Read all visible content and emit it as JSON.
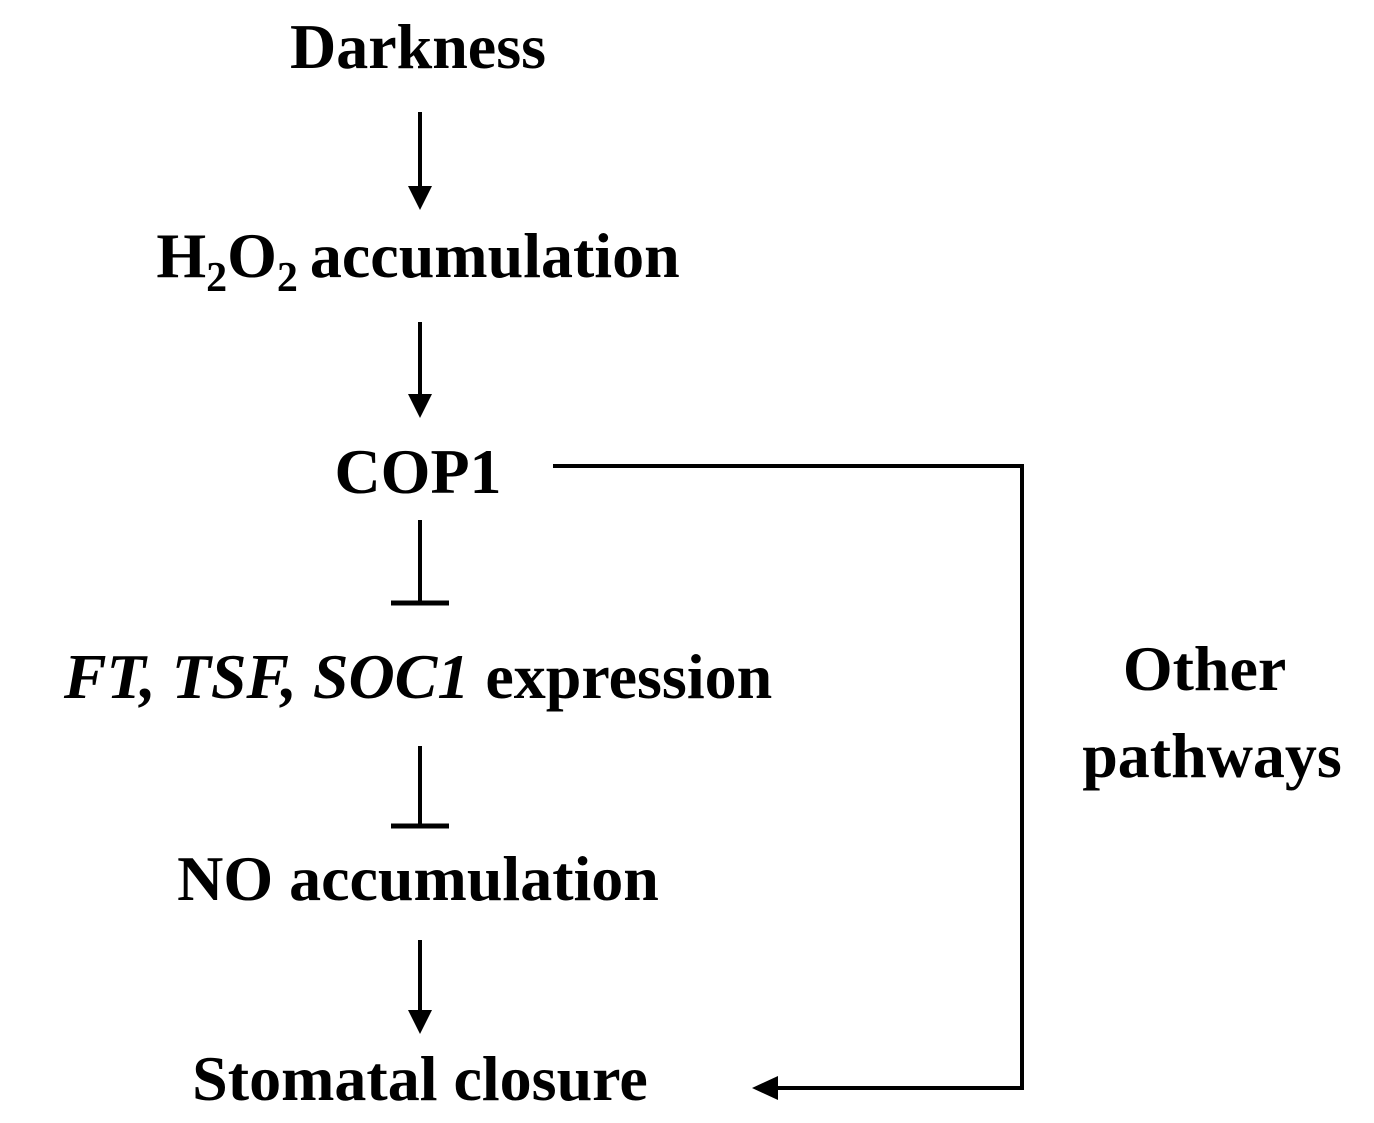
{
  "nodes": {
    "darkness": "Darkness",
    "h2o2": {
      "h": "H",
      "sub1": "2",
      "o": "O",
      "sub2": "2",
      "rest": "accumulation"
    },
    "cop1": "COP1",
    "genes": {
      "ft": "FT,",
      "tsf": "TSF,",
      "soc1": "SOC1",
      "rest": "expression"
    },
    "no": "NO accumulation",
    "stomatal": "Stomatal closure"
  },
  "side_label": {
    "line1": "Other",
    "line2": "pathways"
  },
  "edges": [
    {
      "from": "Darkness",
      "to": "H2O2 accumulation",
      "type": "activation"
    },
    {
      "from": "H2O2 accumulation",
      "to": "COP1",
      "type": "activation"
    },
    {
      "from": "COP1",
      "to": "FT, TSF, SOC1 expression",
      "type": "inhibition"
    },
    {
      "from": "FT, TSF, SOC1 expression",
      "to": "NO accumulation",
      "type": "inhibition"
    },
    {
      "from": "NO accumulation",
      "to": "Stomatal closure",
      "type": "activation"
    },
    {
      "from": "COP1",
      "to": "Stomatal closure",
      "type": "activation",
      "via": "Other pathways"
    }
  ],
  "colors": {
    "text": "#000000",
    "lines": "#000000",
    "background": "#ffffff"
  }
}
